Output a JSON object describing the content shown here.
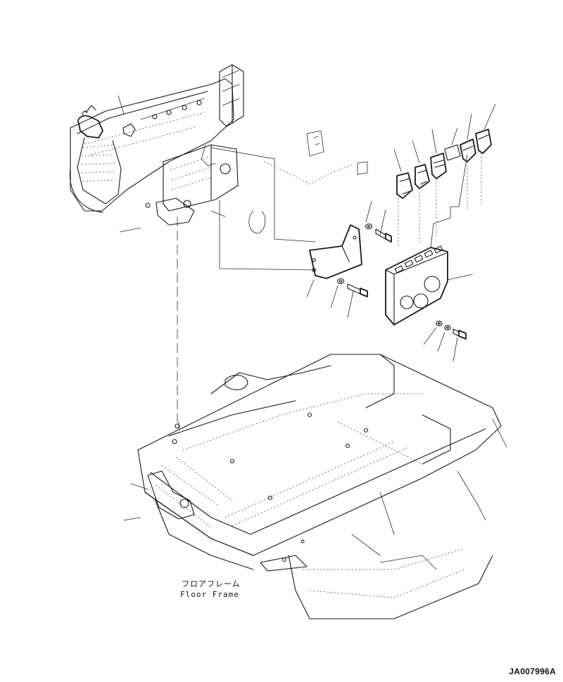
{
  "caption": {
    "japanese": "フロアフレーム",
    "english": "Floor Frame"
  },
  "drawing_code": "JA007996A"
}
